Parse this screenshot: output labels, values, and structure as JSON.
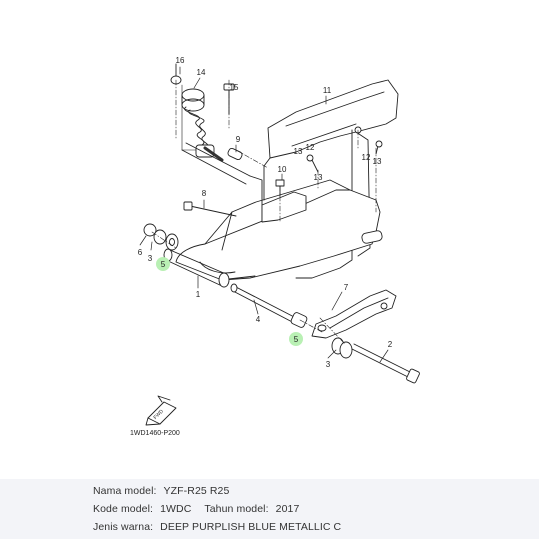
{
  "callouts": {
    "n16": "16",
    "n14": "14",
    "n15": "15",
    "n9": "9",
    "n11": "11",
    "n12": "12",
    "n13": "13",
    "n10": "10",
    "n8": "8",
    "n6": "6",
    "n3a": "3",
    "n5a": "5",
    "n1": "1",
    "n4": "4",
    "n7": "7",
    "n5b": "5",
    "n2": "2",
    "n3b": "3",
    "n13b": "13",
    "n12b": "12"
  },
  "diagram_code": "1WD1460-P200",
  "fwd_label": "FWD",
  "highlight_color": "#b9f0b4",
  "info": {
    "model_name_label": "Nama model:",
    "model_name_value": "YZF-R25 R25",
    "model_code_label": "Kode model:",
    "model_code_value": "1WDC",
    "year_label": "Tahun model:",
    "year_value": "2017",
    "color_label": "Jenis warna:",
    "color_value": "DEEP PURPLISH BLUE METALLIC C"
  }
}
